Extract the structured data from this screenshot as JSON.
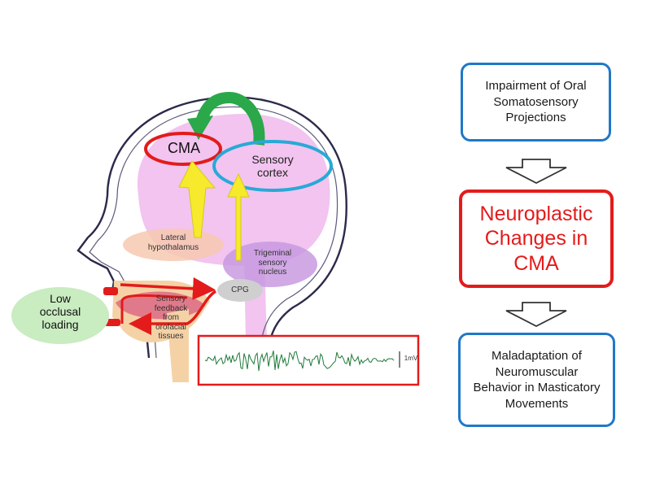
{
  "head_labels": {
    "cma": "CMA",
    "sensory_cortex": "Sensory\ncortex",
    "lateral_hypothalamus": "Lateral\nhypothalamus",
    "trigeminal": "Trigeminal\nsensory\nnucleus",
    "cpg": "CPG",
    "sensory_feedback": "Sensory\nfeedback\nfrom\norofacial\ntissues",
    "low_occlusal": "Low\nocclusal\nloading",
    "emg_scale": "1mV"
  },
  "flow": {
    "box1": "Impairment of Oral\nSomatosensory\nProjections",
    "box2": "Neuroplastic\nChanges in\nCMA",
    "box3": "Maladaptation of\nNeuromuscular\nBehavior in Masticatory\nMovements"
  },
  "colors": {
    "brain": "#f2c4ef",
    "cma_oval": "#e31b1b",
    "sensory_oval": "#29a9d6",
    "green_arrow": "#2aa84a",
    "yellow_arrow": "#f7ea2c",
    "blue_box": "#1f78c8",
    "red_box": "#e31b1b"
  }
}
